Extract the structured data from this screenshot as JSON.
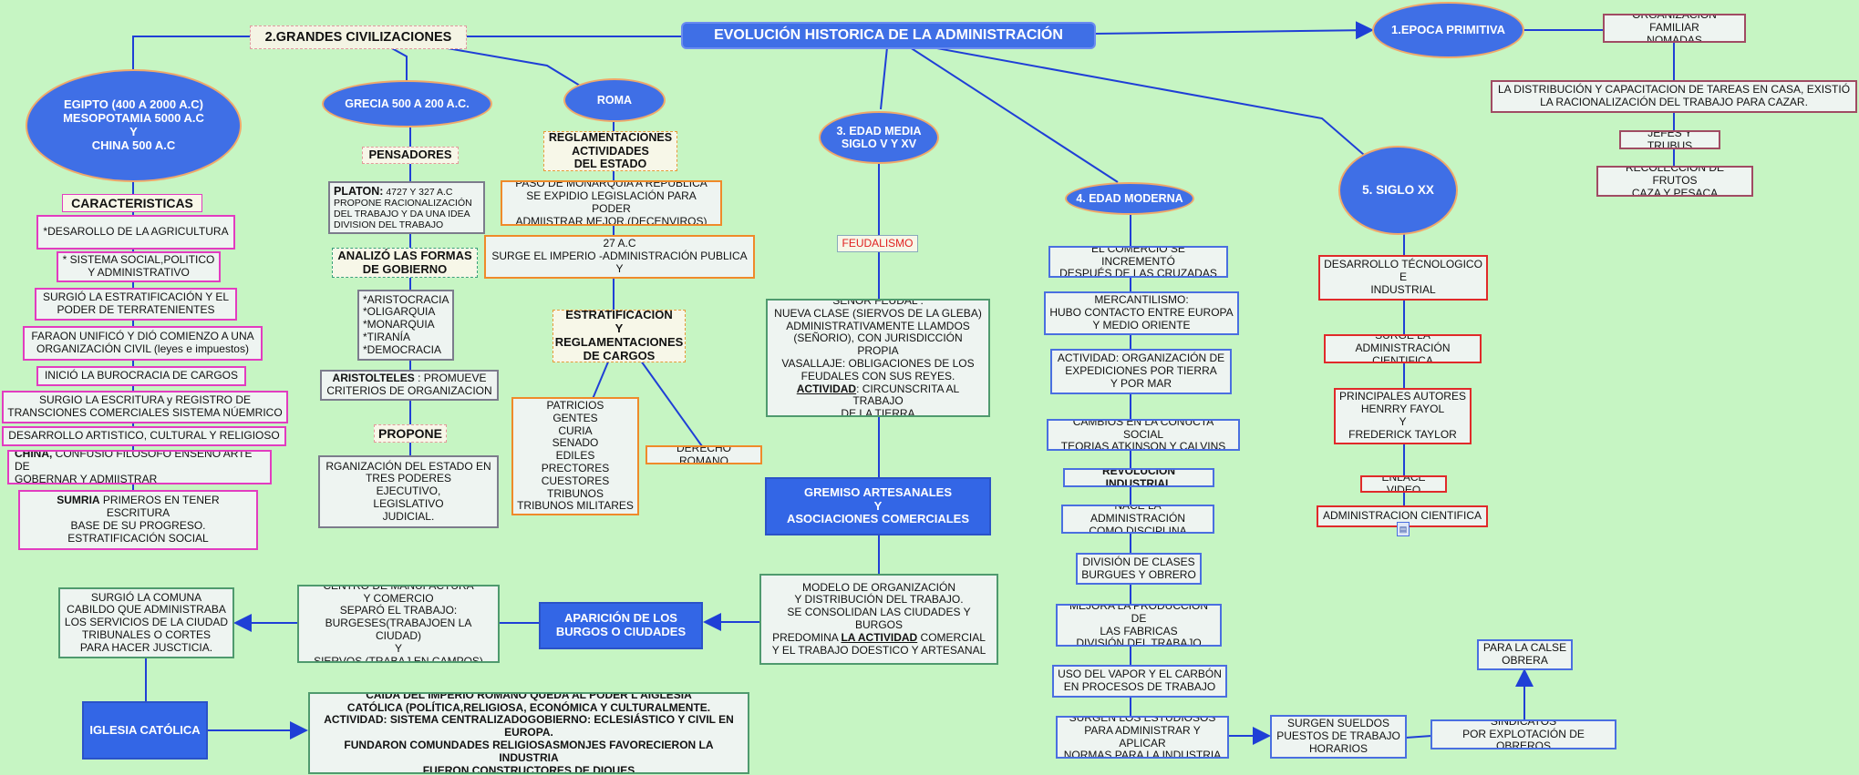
{
  "nodes": {
    "main": "EVOLUCIÓN HISTORICA DE LA ADMINISTRACIÓN",
    "grandes": "2.GRANDES CIVILIZACIONES",
    "primitiva": "1.EPOCA PRIMITIVA",
    "org_familiar": "ORGANIZACIÓN FAMILIAR\nNOMADAS",
    "distribucion": "LA DISTRIBUCIÓN Y CAPACITACION DE TAREAS EN CASA, EXISTIÓ\nLA RACIONALIZACIÓN DEL TRABAJO PARA CAZAR.",
    "jefes": "JEFES Y TRUBUS",
    "recoleccion": "RECOLECCION DE FRUTOS\nCAZA Y PESACA",
    "egipto": "EGIPTO (400 A 2000 A.C)\nMESOPOTAMIA 5000 A.C\nY\nCHINA 500 A.C",
    "caracteristicas": "CARACTERISTICAS",
    "c1": "*DESAROLLO DE LA AGRICULTURA",
    "c2": "* SISTEMA SOCIAL,POLITICO\nY ADMINISTRATIVO",
    "c3": "SURGIÓ LA ESTRATIFICACIÓN Y EL\nPODER DE TERRATENIENTES",
    "c4": "FARAON  UNIFICÓ Y DIÓ COMIENZO A UNA\nORGANIZACIÓN CIVIL (leyes e impuestos)",
    "c5": "INICIÓ LA BUROCRACIA DE CARGOS",
    "c6": "SURGIO LA ESCRITURA y REGISTRO DE\nTRANSCIONES COMERCIALES SISTEMA NÚEMRICO",
    "c7": "DESARROLLO ARTISTICO, CULTURAL Y RELIGIOSO",
    "c8_b": "CHINA,",
    "c8": " CONFUSIO FILOSOFO ENSEÑÓ ARTE DE\nGOBERNAR Y ADMIISTRAR",
    "c9_b": "SUMRIA",
    "c9": " PRIMEROS EN TENER ESCRITURA\nBASE DE SU PROGRESO.\nESTRATIFICACIÓN SOCIAL",
    "grecia": "GRECIA 500 A 200 A.C.",
    "pensadores": "PENSADORES",
    "platon_b": "PLATON:",
    "platon": " 4727 Y 327 A.C\nPROPONE RACIONALIZACIÓN\nDEL TRABAJO Y DA UNA IDEA\nDIVISION DEL TRABAJO",
    "analizo": "ANALIZÓ LAS FORMAS\nDE GOBIERNO",
    "formas": "*ARISTOCRACIA\n*OLIGARQUIA\n*MONARQUIA\n*TIRANÍA\n*DEMOCRACIA",
    "aristo_b": "ARISTOLTELES",
    "aristo": " : PROMUEVE\nCRITERIOS DE ORGANIZACION",
    "propone": "PROPONE",
    "rganizacion": "RGANIZACIÓN DEL ESTADO EN\nTRES PODERES\nEJECUTIVO,\nLEGISLATIVO\nJUDICIAL.",
    "roma": "ROMA",
    "reglamentaciones": "REGLAMENTACIONES\nACTIVIDADES\nDEL ESTADO",
    "paso": "PASO DE MONARQUIA A REPUBLICA\nSE EXPIDIO LEGISLACIÓN PARA PODER\nADMIISTRAR MEJOR.(DECENVIROS)",
    "imperio": "27 A.C\nSURGE EL IMPERIO -ADMINISTRACIÓN PUBLICA\nY",
    "estratificacion": "ESTRATIFICACIÓN\nY\nREGLAMENTACIONES\nDE CARGOS",
    "patricios": "PATRICIOS\nGENTES\nCURIA\nSENADO\nEDILES\nPRECTORES\nCUESTORES\nTRIBUNOS\nTRIBUNOS MILITARES",
    "derecho": "DERECHO ROMANO",
    "edad_media": "3. EDAD MEDIA\nSIGLO V Y XV",
    "feudalismo": "FEUDALISMO",
    "senor": "SEÑOR FEUDAL :\nNUEVA CLASE (SIERVOS DE LA GLEBA)\nADMINISTRATIVAMENTE LLAMDOS\n(SEÑORIO), CON JURISDICCIÓN PROPIA\nVASALLAJE: OBLIGACIONES  DE LOS\nFEUDALES CON SUS REYES.",
    "senor_b": "ACTIVIDAD",
    "senor2": ": CIRCUNSCRITA AL TRABAJO\nDE LA TIERRA",
    "gremios": "GREMISO ARTESANALES\nY\nASOCIACIONES COMERCIALES",
    "modelo": "MODELO DE ORGANIZACIÓN\nY DISTRIBUCIÓN DEL TRABAJO.\nSE CONSOLIDAN LAS CIUDADES Y BURGOS\nPREDOMINA ",
    "modelo_b": "LA ACTIVIDAD",
    "modelo2": " COMERCIAL\nY EL TRABAJO DOESTICO Y ARTESANAL",
    "burgos": "APARICIÓN DE LOS\nBURGOS O CIUDADES",
    "centro": "CENTRO DE MANUFACTURA\nY COMERCIO\nSEPARÓ EL TRABAJO:\nBURGESES(TRABAJOEN LA CIUDAD)\nY\nSIERVOS (TRABAJ EN CAMPOS)",
    "comuna": "SURGIÓ LA COMUNA\nCABILDO QUE ADMINISTRABA\nLOS SERVICIOS DE LA CIUDAD\nTRIBUNALES O CORTES\nPARA HACER JUSCTICIA.",
    "iglesia": "IGLESIA CATÓLICA",
    "caida": "CAIDA DEL IMPERIO ROMANO QUEDA AL PODER L AIGLESIA\nCATÓLICA (POLÍTICA,RELIGIOSA, ECONÓMICA Y CULTURALMENTE.\nACTIVIDAD: SISTEMA CENTRALIZADOGOBIERNO: ECLESIÁSTICO Y CIVIL EN\nEUROPA.\nFUNDARON COMUNDADES RELIGIOSASMONJES FAVORECIERON LA INDUSTRIA\nFUERON CONSTRUCTORES DE DIQUES",
    "moderna": "4. EDAD MODERNA",
    "m1": "EL COMERCIO SE INCREMENTÓ\nDESPUÉS DE LAS CRUZADAS",
    "m2": "MERCANTILISMO:\nHUBO CONTACTO ENTRE EUROPA\nY MEDIO ORIENTE",
    "m3": "ACTIVIDAD: ORGANIZACIÓN DE\nEXPEDICIONES POR TIERRA\nY POR MAR",
    "m4": "CAMBIOS EN LA CONUCTA SOCIAL\nTEORIAS ATKINSON Y CALVINS",
    "m5": "REVOLUCIÓN INDUSTRIAL",
    "m6": "NACE LA ADMINISTRACIÓN\nCOMO DISCIPLINA",
    "m7": "DIVISIÓN DE CLASES\nBURGUES Y OBRERO",
    "m8": "MEJORA LA PRODUCCIÓN DE\nLAS FABRICAS\nDIVISIÓN DEL TRABAJO",
    "m9": "USO DEL VAPOR Y EL CARBÓN\nEN PROCESOS DE TRABAJO",
    "m10": "SURGEN LOS ESTUDIOSOS\nPARA ADMINISTRAR Y APLICAR\nNORMAS PARA LA INDUSTRIA",
    "sueldos": "SURGEN SUELDOS\nPUESTOS DE TRABAJO\nHORARIOS",
    "sindicatos": "SINDICATOS\nPOR EXPLOTACIÓN DE OBREROS",
    "calse": "PARA LA CALSE\nOBRERA",
    "siglo": "5. SIGLO XX",
    "s1": "DESARROLLO TÉCNOLOGICO\nE\nINDUSTRIAL",
    "s2": "SURGE LA ADMINISTRACIÓN\nCIENTIFICA",
    "s3": "PRINCIPALES AUTORES\nHENRRY FAYOL\nY\nFREDERICK TAYLOR",
    "s4": "ENLACE VIDEO",
    "s5": "ADMINISTRACION CIENTIFICA"
  },
  "colors": {
    "background": "#c6f5c3",
    "line": "#1f3fd6",
    "node_fill": "#3f6fe6"
  },
  "icons": {
    "attachment": "document-icon"
  }
}
